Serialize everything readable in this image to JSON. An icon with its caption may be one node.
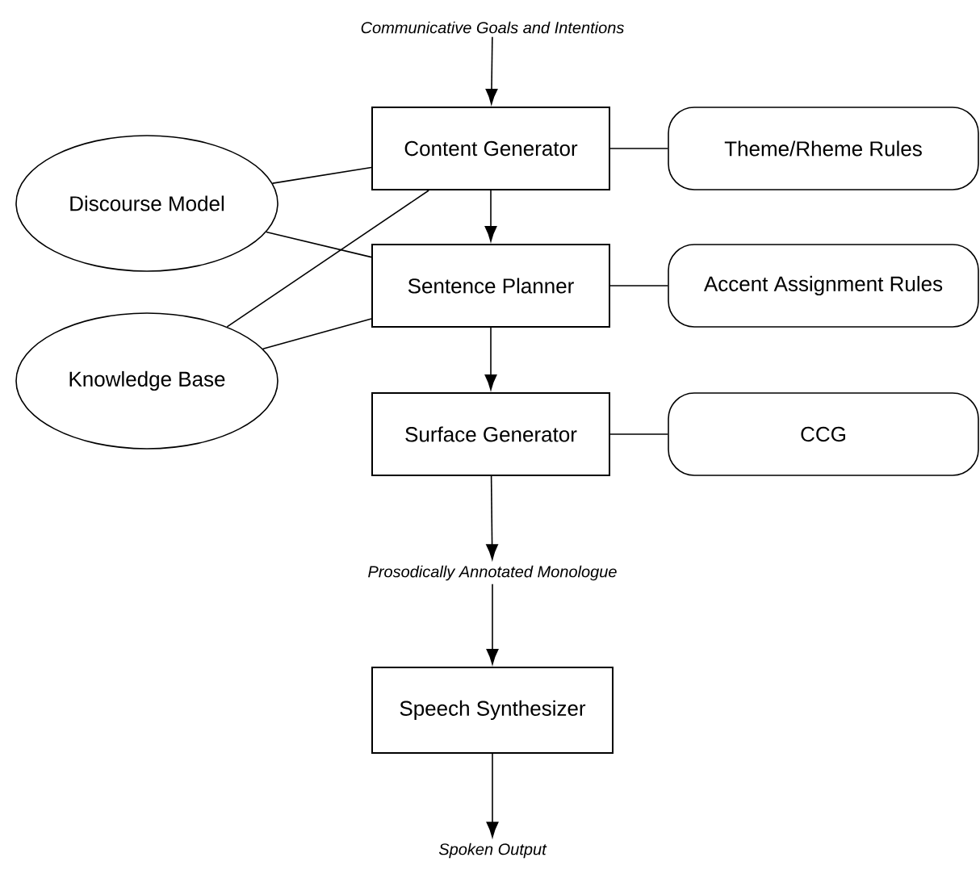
{
  "diagram": {
    "nodes": [
      {
        "text": [
          "Communicative Goals and Intentions"
        ]
      },
      {
        "text": [
          "Content Generator"
        ]
      },
      {
        "text": [
          "Theme/Rheme Rules"
        ]
      },
      {
        "text": [
          "Discourse Model"
        ]
      },
      {
        "text": [
          "Sentence Planner"
        ]
      },
      {
        "text": [
          "Accent Assignment Rules"
        ]
      },
      {
        "text": [
          "Knowledge Base"
        ]
      },
      {
        "text": [
          "Surface Generator"
        ]
      },
      {
        "text": [
          "CCG"
        ]
      },
      {
        "text": [
          "Prosodically Annotated Monologue"
        ]
      },
      {
        "text": [
          "Speech Synthesizer"
        ]
      },
      {
        "text": [
          "Spoken Output"
        ]
      }
    ],
    "edges": [
      {
        "from": 0,
        "to": 1,
        "arrow": "to"
      },
      {
        "from": 1,
        "to": 4,
        "arrow": "to"
      },
      {
        "from": 4,
        "to": 7,
        "arrow": "to"
      },
      {
        "from": 7,
        "to": 9,
        "arrow": "to"
      },
      {
        "from": 9,
        "to": 10,
        "arrow": "to"
      },
      {
        "from": 10,
        "to": 11,
        "arrow": "to"
      },
      {
        "from": 1,
        "to": 2,
        "arrow": "none"
      },
      {
        "from": 4,
        "to": 5,
        "arrow": "none"
      },
      {
        "from": 7,
        "to": 8,
        "arrow": "none"
      },
      {
        "from": 3,
        "to": 1,
        "arrow": "none"
      },
      {
        "from": 3,
        "to": 4,
        "arrow": "none"
      },
      {
        "from": 6,
        "to": 1,
        "arrow": "none"
      },
      {
        "from": 6,
        "to": 4,
        "arrow": "none"
      }
    ]
  }
}
